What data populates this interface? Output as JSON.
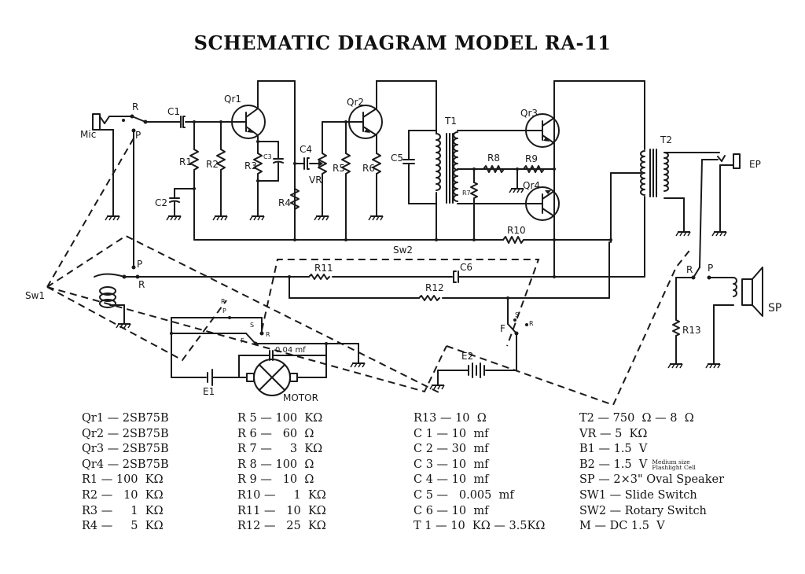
{
  "title": "SCHEMATIC DIAGRAM MODEL RA-11",
  "schematic_labels": {
    "mic": "Mic",
    "qr1": "Qr1",
    "qr2": "Qr2",
    "qr3": "Qr3",
    "qr4": "Qr4",
    "c1": "C1",
    "c2": "C2",
    "c3": "C3",
    "c4": "C4",
    "c5": "C5",
    "c6": "C6",
    "r1": "R1",
    "r2": "R2",
    "r3": "R3",
    "r4": "R4",
    "r5": "R5",
    "r6": "R6",
    "r7": "R7",
    "r8": "R8",
    "r9": "R9",
    "r10": "R10",
    "r11": "R11",
    "r12": "R12",
    "r13": "R13",
    "vr": "VR",
    "t1": "T1",
    "t2": "T2",
    "ep": "EP",
    "sp": "SP",
    "sw1": "Sw1",
    "sw2": "Sw2",
    "e1": "E1",
    "e2": "E2",
    "motor": "MOTOR",
    "motor_cap": "0.04 mf",
    "sw_r": "R",
    "sw_p": "P",
    "sw_f": "F",
    "sw_s": "S"
  },
  "parts_list": {
    "col1": [
      "Qr1 — 2SB75B",
      "Qr2 — 2SB75B",
      "Qr3 — 2SB75B",
      "Qr4 — 2SB75B",
      "R1 — 100  KΩ",
      "R2 —   10  KΩ",
      "R3 —     1  KΩ",
      "R4 —     5  KΩ"
    ],
    "col2": [
      "R 5 — 100  KΩ",
      "R 6 —   60  Ω",
      "R 7 —     3  KΩ",
      "R 8 — 100  Ω",
      "R 9 —   10  Ω",
      "R10 —     1  KΩ",
      "R11 —   10  KΩ",
      "R12 —   25  KΩ"
    ],
    "col3": [
      "R13 — 10  Ω",
      "C 1 — 10  mf",
      "C 2 — 30  mf",
      "C 3 — 10  mf",
      "C 4 — 10  mf",
      "C 5 —   0.005  mf",
      "C 6 — 10  mf",
      "T 1 — 10  KΩ — 3.5KΩ"
    ],
    "col4": [
      "T2 — 750  Ω — 8  Ω",
      "VR — 5  KΩ",
      "B1 — 1.5  V",
      "B2 — 1.5  V",
      "SP — 2×3\" Oval Speaker",
      "SW1 — Slide Switch",
      "SW2 — Rotary Switch",
      "M — DC 1.5  V"
    ],
    "b2_note_line1": "Medium size",
    "b2_note_line2": "Flashlight Cell"
  }
}
